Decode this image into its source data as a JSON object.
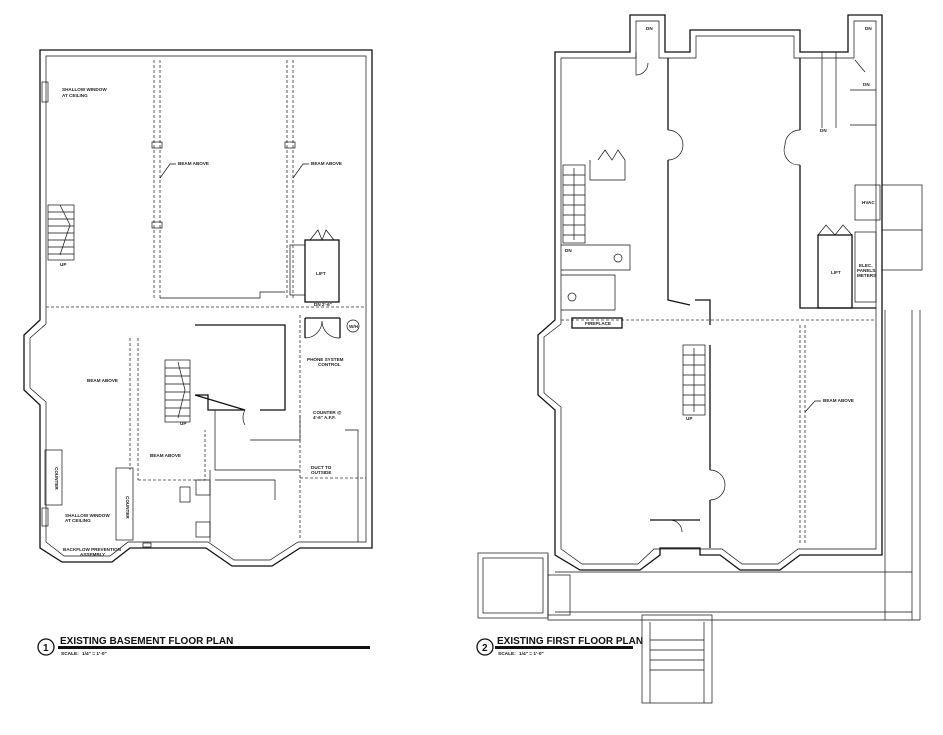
{
  "plans": [
    {
      "number": "1",
      "title": "EXISTING BASEMENT FLOOR PLAN",
      "scale_label": "SCALE:",
      "scale": "1/4\" = 1'-0\""
    },
    {
      "number": "2",
      "title": "EXISTING FIRST FLOOR PLAN",
      "scale_label": "SCALE:",
      "scale": "1/4\" = 1'-0\""
    }
  ],
  "basement": {
    "shallow_window_top": [
      "SHALLOW WINDOW",
      "AT CEILING"
    ],
    "shallow_window_bottom": [
      "SHALLOW WINDOW",
      "AT CEILING"
    ],
    "beam_above": "BEAM ABOVE",
    "up": "UP",
    "lift": "LIFT",
    "dn_level": "DN 2'-6\"",
    "water_heater": "W/H",
    "phone": [
      "PHONE SYSTEM",
      "CONTROL"
    ],
    "counter_height": [
      "COUNTER @",
      "4'-6\" A.F.F."
    ],
    "duct": [
      "DUCT TO",
      "OUTSIDE"
    ],
    "counter": "COUNTER",
    "backflow": [
      "BACKFLOW PREVENTION",
      "ASSEMBLY"
    ]
  },
  "first_floor": {
    "dn": "DN",
    "up": "UP",
    "fireplace": "FIREPLACE",
    "beam_above": "BEAM ABOVE",
    "hvac": "HVAC",
    "lift": "LIFT",
    "elec": [
      "ELEC.",
      "PANELS/",
      "METERS"
    ]
  }
}
